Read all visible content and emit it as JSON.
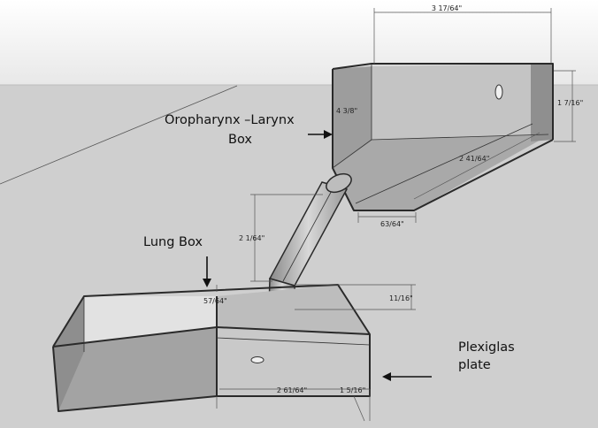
{
  "labels": {
    "oropharynx_line1": "Oropharynx –Larynx",
    "oropharynx_line2": "Box",
    "lung_box": "Lung Box",
    "plexiglas_line1": "Plexiglas",
    "plexiglas_line2": "plate"
  },
  "dimensions": {
    "top_width": "3 17/64\"",
    "box_height": "1 7/16\"",
    "front_height": "4 3/8\"",
    "diagonal": "2 41/64\"",
    "base_width": "63/64\"",
    "tube_height": "2 1/64\"",
    "lung_offset": "57/64\"",
    "lung_height": "11/16\"",
    "lung_length": "2 61/64\"",
    "lung_end": "1 5/16\""
  },
  "colors": {
    "sky": "#f3f3f3",
    "ground": "#cfcfcf",
    "box_fill": "#b8b8b8",
    "edge": "#2a2a2a"
  }
}
